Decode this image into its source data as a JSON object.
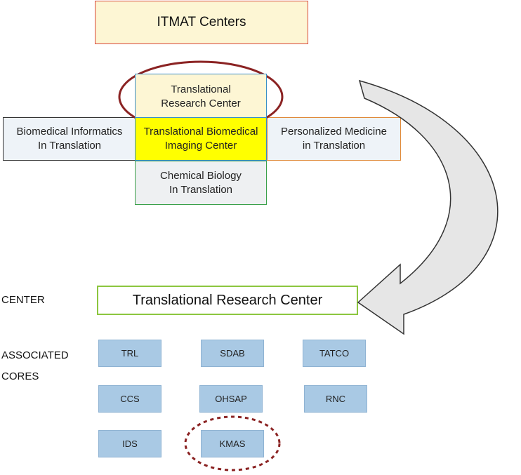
{
  "top": {
    "title": "ITMAT Centers",
    "trc": {
      "line1": "Translational",
      "line2": "Research Center"
    },
    "bmi": {
      "line1": "Biomedical Informatics",
      "line2": "In Translation"
    },
    "tbi": {
      "line1": "Translational Biomedical",
      "line2": "Imaging Center"
    },
    "pmt": {
      "line1": "Personalized Medicine",
      "line2": "in Translation"
    },
    "cbt": {
      "line1": "Chemical Biology",
      "line2": "In Translation"
    }
  },
  "center": {
    "label": "CENTER",
    "name": "Translational Research Center"
  },
  "cores": {
    "label_line1": "ASSOCIATED",
    "label_line2": "CORES",
    "items": [
      "TRL",
      "SDAB",
      "TATCO",
      "CCS",
      "OHSAP",
      "RNC",
      "IDS",
      "KMAS"
    ]
  },
  "colors": {
    "highlight_ellipse": "#8b2323",
    "dashed_circle": "#8b2323",
    "arrow_fill": "#e6e6e6",
    "core_fill": "#a9c9e4"
  }
}
